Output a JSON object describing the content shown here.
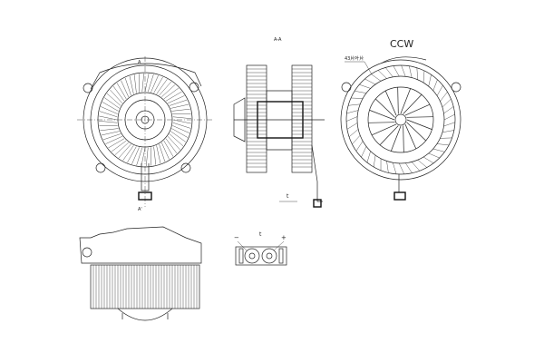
{
  "labels": {
    "section": "A-A",
    "rotation": "CCW",
    "blade_count": "43片叶片",
    "section_mark_top": "A",
    "section_mark_bottom": "A'",
    "terminal_view_side": "t",
    "terminal_view_front": "t",
    "minus": "−",
    "plus": "+"
  }
}
